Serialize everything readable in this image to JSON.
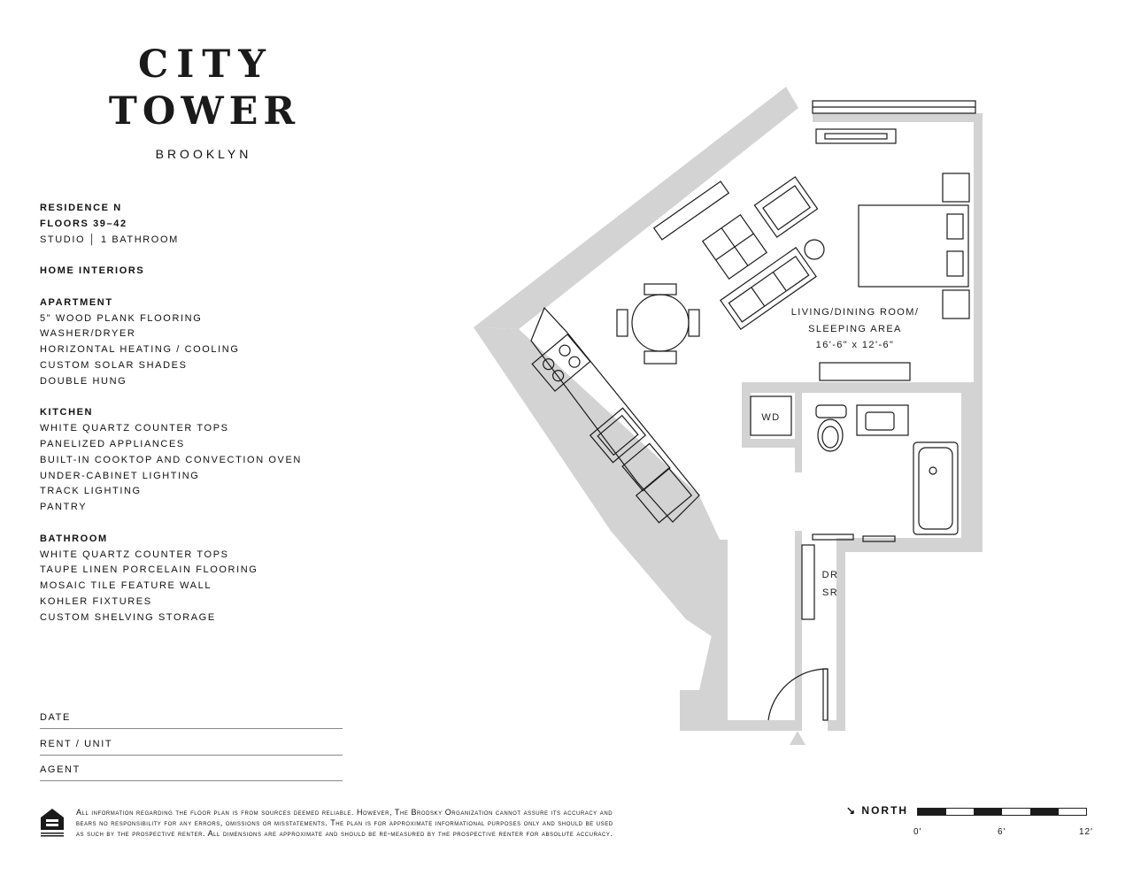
{
  "brand": {
    "line1": "CITY",
    "line2": "TOWER",
    "line3": "BROOKLYN"
  },
  "residence": {
    "name": "RESIDENCE N",
    "floors": "FLOORS 39–42",
    "type": "STUDIO │ 1 BATHROOM"
  },
  "interiors_heading": "HOME INTERIORS",
  "apartment": {
    "heading": "APARTMENT",
    "items": [
      "5\"  WOOD PLANK FLOORING",
      "WASHER/DRYER",
      "HORIZONTAL HEATING / COOLING",
      "CUSTOM SOLAR SHADES",
      "DOUBLE HUNG"
    ]
  },
  "kitchen": {
    "heading": "KITCHEN",
    "items": [
      "WHITE QUARTZ COUNTER TOPS",
      "PANELIZED APPLIANCES",
      "BUILT-IN COOKTOP AND CONVECTION OVEN",
      "UNDER-CABINET LIGHTING",
      "TRACK LIGHTING",
      "PANTRY"
    ]
  },
  "bathroom": {
    "heading": "BATHROOM",
    "items": [
      "WHITE QUARTZ COUNTER TOPS",
      "TAUPE LINEN PORCELAIN FLOORING",
      "MOSAIC TILE FEATURE WALL",
      "KOHLER FIXTURES",
      "CUSTOM SHELVING STORAGE"
    ]
  },
  "form": {
    "date": "DATE",
    "rent": "RENT / UNIT",
    "agent": "AGENT"
  },
  "plan": {
    "room_line1": "LIVING/DINING ROOM/",
    "room_line2": "SLEEPING AREA",
    "room_dims": "16'-6\" x 12'-6\"",
    "wd": "WD",
    "dr": "DR",
    "sr": "SR"
  },
  "disclaimer": [
    "All information regarding the floor plan is from sources deemed reliable. However, The Brodsky Organization cannot assure its accuracy and",
    "bears no responsibility for any errors, omissions or misstatements. The plan is for approximate informational purposes only and should be used",
    "as such by the prospective renter. All dimensions are approximate and should be re-measured by the prospective renter for absolute accuracy."
  ],
  "north_label": "NORTH",
  "scale": {
    "labels": [
      "0'",
      "6'",
      "12'"
    ]
  },
  "colors": {
    "wall": "#d3d3d3",
    "ink": "#1a1a1a"
  },
  "icons": {
    "equal_housing": "equal-housing-opportunity-logo",
    "north_arrow": "arrow-down-right"
  }
}
